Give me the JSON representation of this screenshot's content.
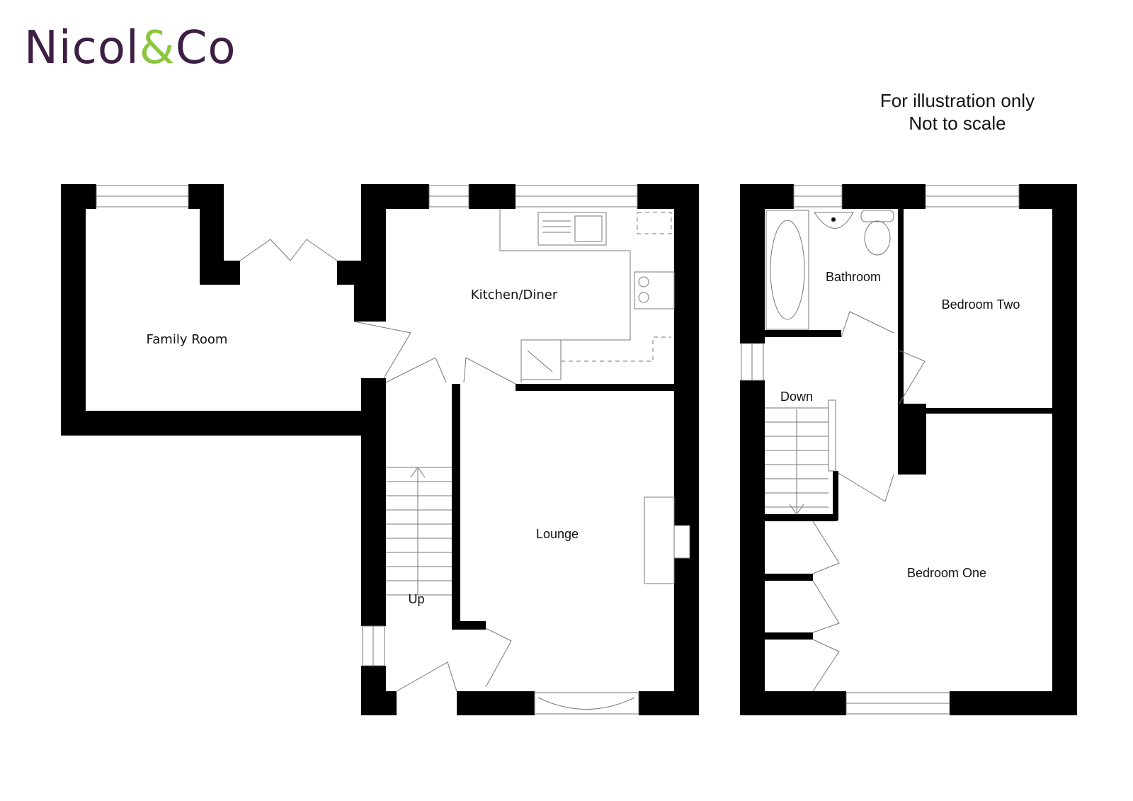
{
  "brand": {
    "name_left": "Nicol",
    "name_amp": "&",
    "name_right": "Co",
    "color_primary": "#3d1f45",
    "color_accent": "#8cc63f"
  },
  "disclaimer": {
    "line1": "For illustration only",
    "line2": "Not to scale"
  },
  "ground_floor": {
    "rooms": {
      "family_room": "Family Room",
      "kitchen_diner": "Kitchen/Diner",
      "lounge": "Lounge",
      "stairs_up": "Up"
    }
  },
  "first_floor": {
    "rooms": {
      "bathroom": "Bathroom",
      "bedroom_two": "Bedroom Two",
      "bedroom_one": "Bedroom One",
      "stairs_down": "Down"
    }
  }
}
